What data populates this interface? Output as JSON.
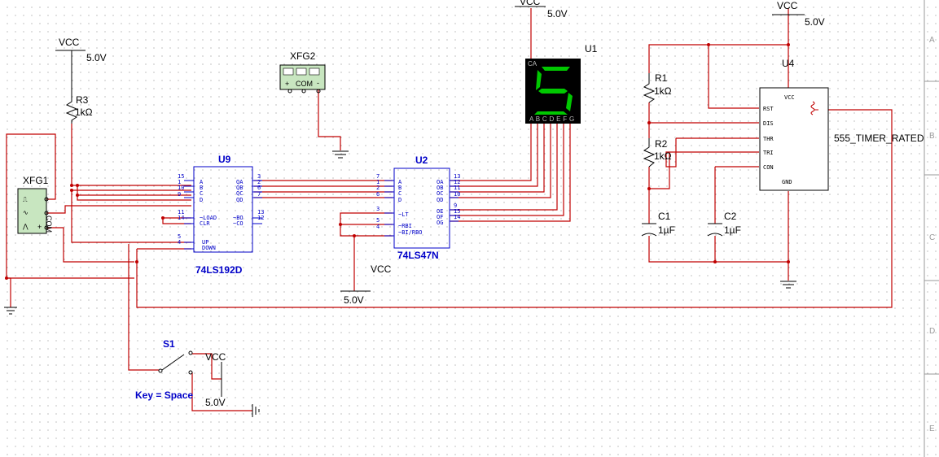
{
  "power": {
    "vcc_label": "VCC",
    "voltage": "5.0V"
  },
  "components": {
    "xfg1": "XFG1",
    "xfg2": "XFG2",
    "r3": {
      "ref": "R3",
      "value": "1kΩ"
    },
    "r1": {
      "ref": "R1",
      "value": "1kΩ"
    },
    "r2": {
      "ref": "R2",
      "value": "1kΩ"
    },
    "c1": {
      "ref": "C1",
      "value": "1µF"
    },
    "c2": {
      "ref": "C2",
      "value": "1µF"
    },
    "u9": {
      "ref": "U9",
      "part": "74LS192D"
    },
    "u2": {
      "ref": "U2",
      "part": "74LS47N"
    },
    "u1": {
      "ref": "U1",
      "digit": "5",
      "ca": "CA",
      "pins": "A B C D E F G"
    },
    "u4": {
      "ref": "U4",
      "part": "555_TIMER_RATED"
    },
    "s1": {
      "ref": "S1",
      "key": "Key = Space"
    },
    "gen_com": "COM",
    "gen_plus": "+",
    "gen_minus": "-"
  },
  "u9_pins_left": [
    {
      "num": "15",
      "name": "A"
    },
    {
      "num": "1",
      "name": "B"
    },
    {
      "num": "10",
      "name": "C"
    },
    {
      "num": "9",
      "name": "D"
    },
    {
      "num": "11",
      "name": "~LOAD"
    },
    {
      "num": "14",
      "name": "CLR"
    },
    {
      "num": "5",
      "name": "UP"
    },
    {
      "num": "4",
      "name": "DOWN"
    }
  ],
  "u9_pins_right": [
    {
      "num": "3",
      "name": "QA"
    },
    {
      "num": "2",
      "name": "QB"
    },
    {
      "num": "6",
      "name": "QC"
    },
    {
      "num": "7",
      "name": "QD"
    },
    {
      "num": "13",
      "name": "~BO"
    },
    {
      "num": "12",
      "name": "~CO"
    }
  ],
  "u2_pins_left": [
    {
      "num": "7",
      "name": "A"
    },
    {
      "num": "1",
      "name": "B"
    },
    {
      "num": "2",
      "name": "C"
    },
    {
      "num": "6",
      "name": "D"
    },
    {
      "num": "3",
      "name": "~LT"
    },
    {
      "num": "5",
      "name": "~RBI"
    },
    {
      "num": "4",
      "name": "~BI/RBO"
    }
  ],
  "u2_pins_right": [
    {
      "num": "13",
      "name": "OA"
    },
    {
      "num": "12",
      "name": "OB"
    },
    {
      "num": "11",
      "name": "OC"
    },
    {
      "num": "10",
      "name": "OD"
    },
    {
      "num": "9",
      "name": "OE"
    },
    {
      "num": "15",
      "name": "OF"
    },
    {
      "num": "14",
      "name": "OG"
    }
  ],
  "u4_pins_left": [
    "RST",
    "DIS",
    "THR",
    "TRI",
    "CON"
  ],
  "u4_pins_top": "VCC",
  "u4_pins_bottom": "GND",
  "border_letters": [
    "A",
    "B",
    "C",
    "D",
    "E"
  ]
}
